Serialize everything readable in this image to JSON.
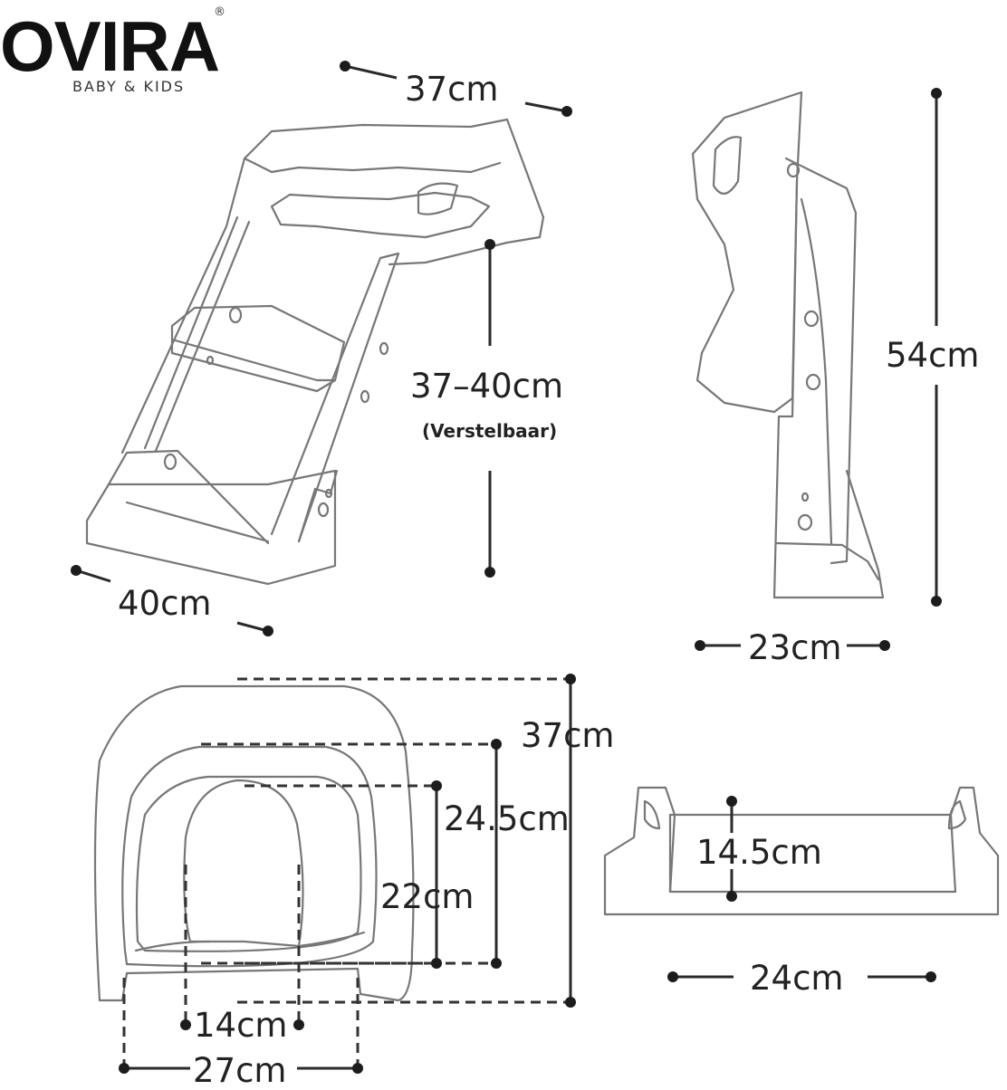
{
  "brand": {
    "name": "OVIRA",
    "registered": "®",
    "tagline": "BABY & KIDS"
  },
  "dimensions": {
    "seat_width_top": "37cm",
    "base_width": "40cm",
    "step_height": "37–40cm",
    "step_height_note": "(Verstelbaar)",
    "total_height": "54cm",
    "side_depth": "23cm",
    "seat_depth": "37cm",
    "inner_depth": "24.5cm",
    "opening_depth": "22cm",
    "opening_width": "14cm",
    "inner_width": "27cm",
    "step_depth": "14.5cm",
    "step_width": "24cm"
  }
}
